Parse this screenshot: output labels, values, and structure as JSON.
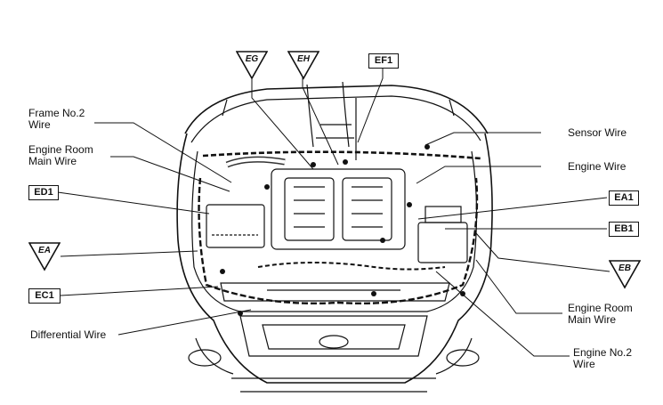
{
  "labels": {
    "frame_no2": [
      "Frame No.2",
      "Wire"
    ],
    "engine_room_main_left": [
      "Engine Room",
      "Main Wire"
    ],
    "differential": "Differential Wire",
    "sensor": "Sensor Wire",
    "engine": "Engine Wire",
    "engine_room_main_right": [
      "Engine Room",
      "Main Wire"
    ],
    "engine_no2": [
      "Engine No.2",
      "Wire"
    ]
  },
  "connectors": {
    "boxes": [
      "EF1",
      "ED1",
      "EC1",
      "EA1",
      "EB1"
    ],
    "triangles": [
      "EG",
      "EH",
      "EA",
      "EB"
    ]
  },
  "colors": {
    "line": "#111111",
    "background": "#ffffff"
  }
}
